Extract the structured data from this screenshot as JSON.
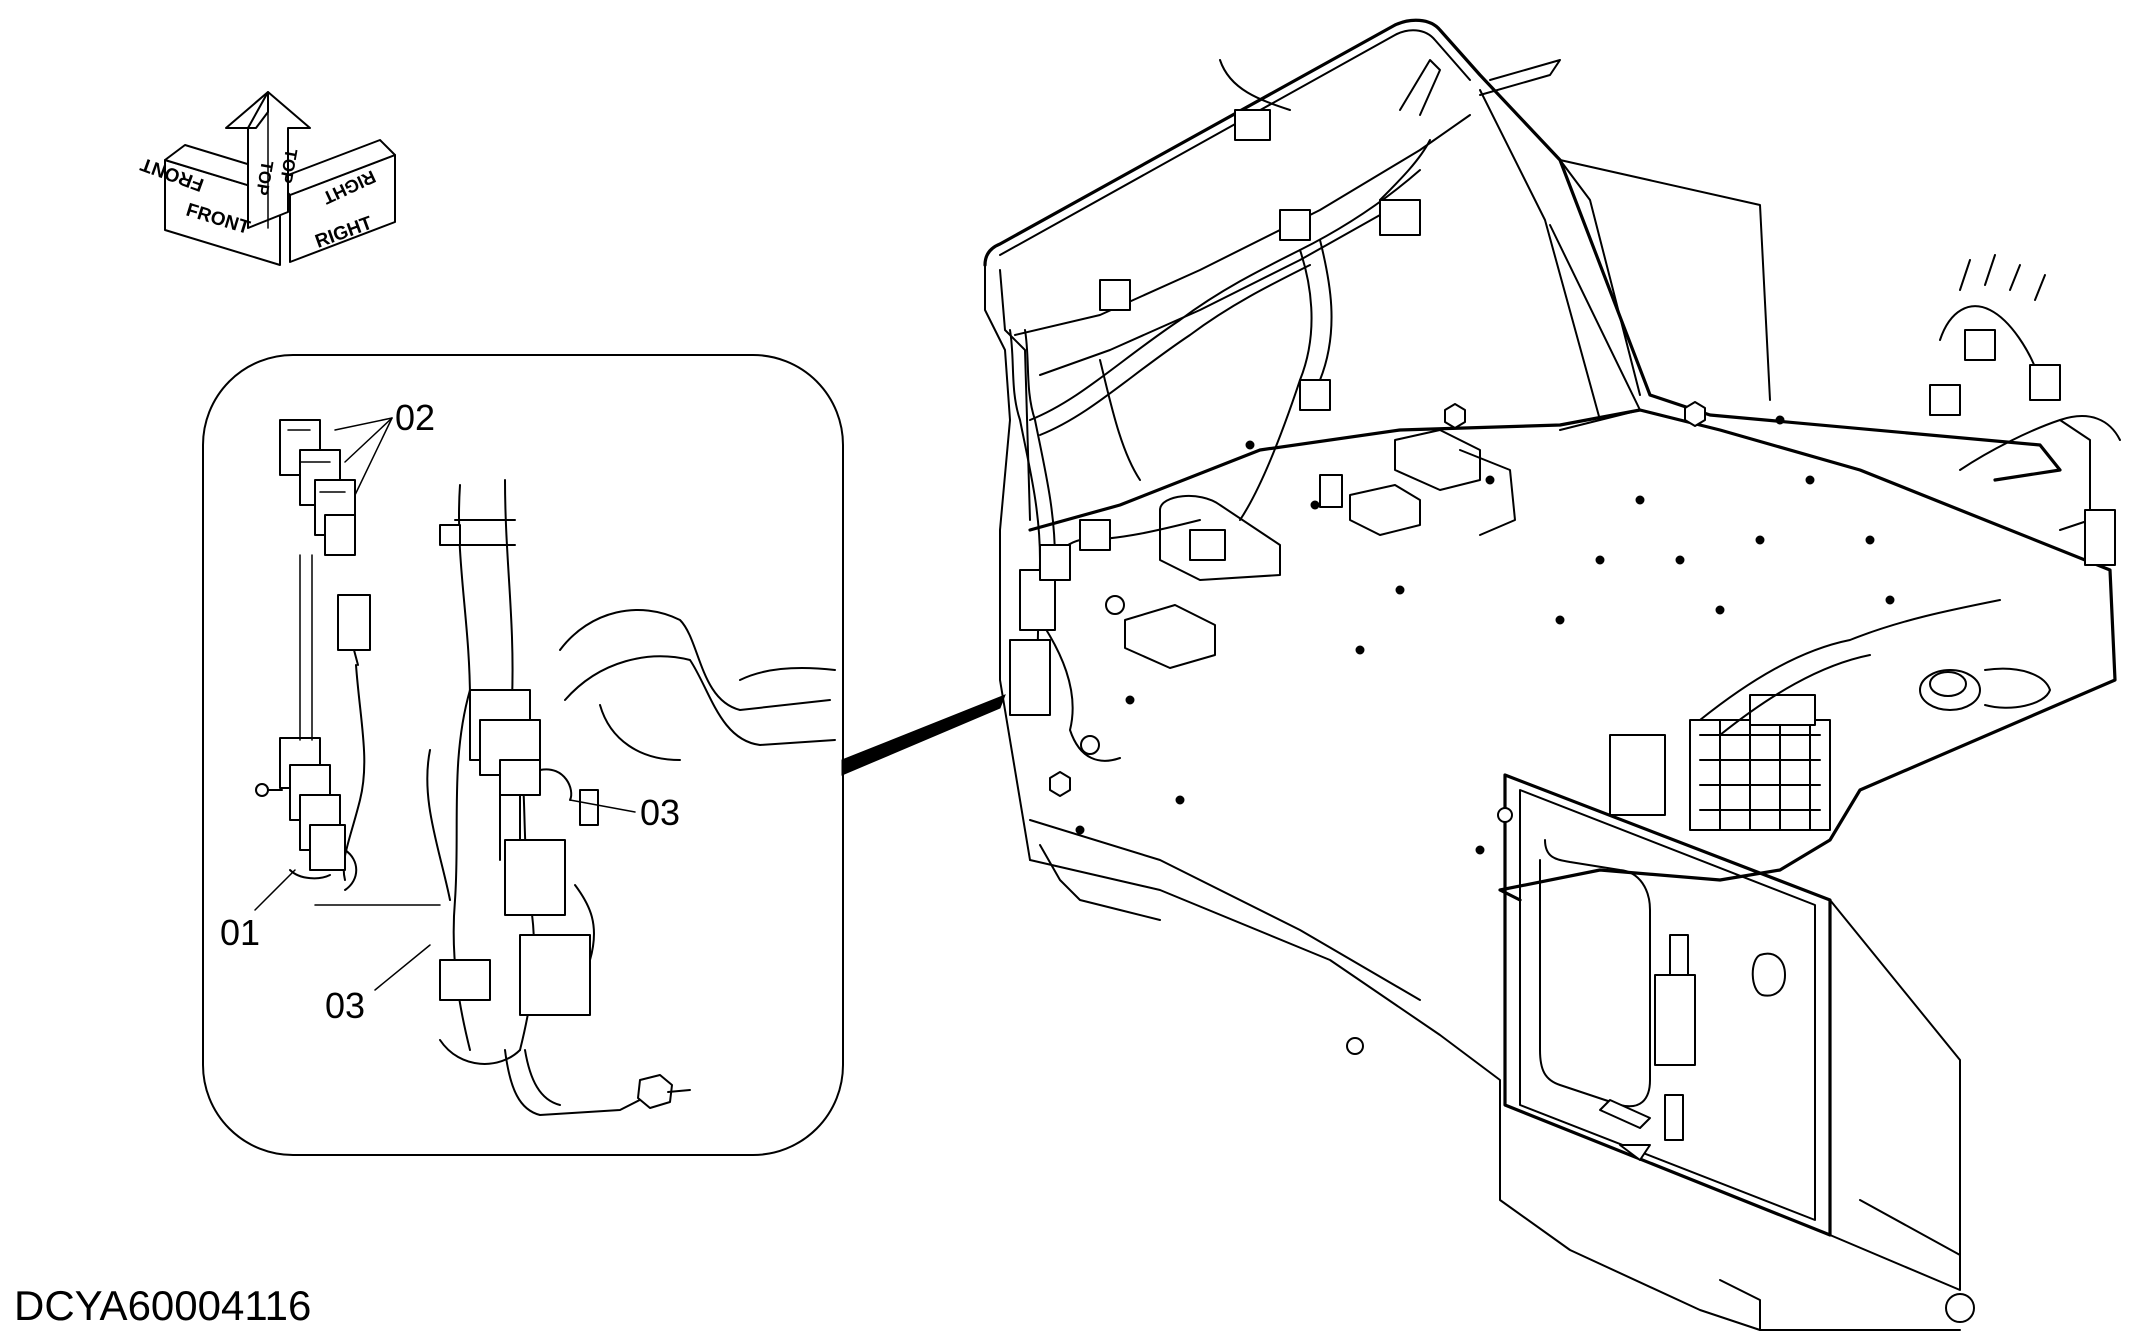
{
  "figure_id": "DCYA60004116",
  "orientation_labels": {
    "front_top": "FRONT",
    "front_bottom": "FRONT",
    "top_left": "TOP",
    "top_right": "TOP",
    "right_top": "RIGHT",
    "right_bottom": "RIGHT"
  },
  "callouts": {
    "item_01": "01",
    "item_02": "02",
    "item_03_upper": "03",
    "item_03_lower": "03"
  }
}
